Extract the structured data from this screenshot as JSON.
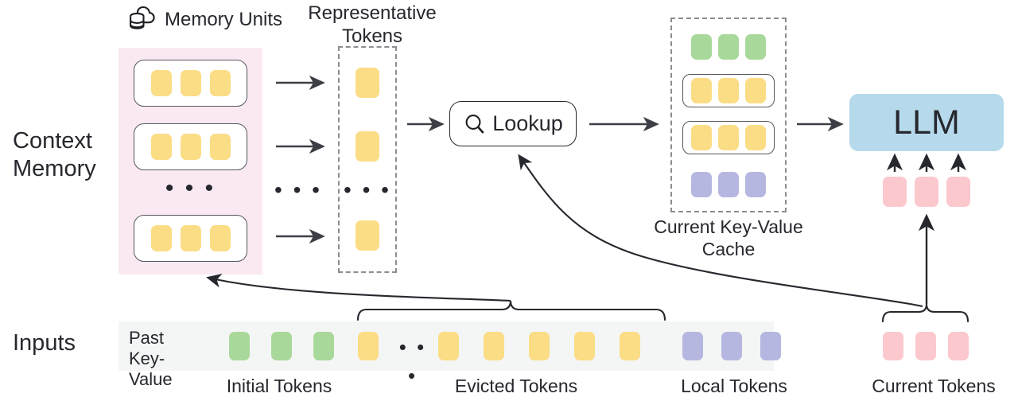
{
  "diagram": {
    "title": "Context Memory LLM inference pipeline",
    "row_labels": {
      "context_memory": "Context\nMemory",
      "inputs": "Inputs"
    },
    "memory_units": {
      "label": "Memory Units",
      "icon": "cloud-database-icon",
      "unit_count_shown": 3,
      "tokens_per_unit": 3,
      "ellipsis": "• • •",
      "panel_color": "#fae9f2",
      "token_color": "#fbdd86"
    },
    "representative_tokens": {
      "label": "Representative\nTokens",
      "tokens_shown": 3,
      "ellipsis": "• • •",
      "border_style": "dashed",
      "token_color": "#fbdd86"
    },
    "arrows_ellipsis": "• • •",
    "lookup": {
      "label": "Lookup",
      "icon": "search-icon"
    },
    "kv_cache": {
      "caption": "Current Key-Value\nCache",
      "border_style": "dashed",
      "rows": [
        {
          "name": "initial-tokens-row",
          "color": "#a9d89b",
          "boxed": false,
          "count": 3
        },
        {
          "name": "retrieved-tokens-row",
          "color": "#fbdd86",
          "boxed": true,
          "count": 3
        },
        {
          "name": "retrieved-tokens-row",
          "color": "#fbdd86",
          "boxed": true,
          "count": 3
        },
        {
          "name": "local-tokens-row",
          "color": "#b6b7e0",
          "boxed": false,
          "count": 3
        }
      ]
    },
    "llm": {
      "label": "LLM",
      "box_color": "#b6daec",
      "input_tokens": 3,
      "input_token_color": "#fbc8ce"
    },
    "inputs": {
      "past_key_value_label": "Past\nKey-Value",
      "strip_color": "#f4f6f5",
      "ellipsis": "• • •",
      "groups": [
        {
          "caption": "Initial Tokens",
          "color": "#a9d89b",
          "count": 3
        },
        {
          "caption": "Evicted Tokens",
          "color": "#fbdd86",
          "count": 6
        },
        {
          "caption": "Local Tokens",
          "color": "#b6b7e0",
          "count": 3
        },
        {
          "caption": "Current Tokens",
          "color": "#fbc8ce",
          "count": 3
        }
      ]
    },
    "colors": {
      "yellow_token": "#fbdd86",
      "green_token": "#a9d89b",
      "purple_token": "#b6b7e0",
      "pink_token": "#fbc8ce",
      "llm_blue": "#b6daec",
      "context_memory_pink": "#fae9f2",
      "inputs_strip_gray": "#f4f6f5",
      "stroke": "#3c3f46",
      "text": "#26282e"
    }
  }
}
